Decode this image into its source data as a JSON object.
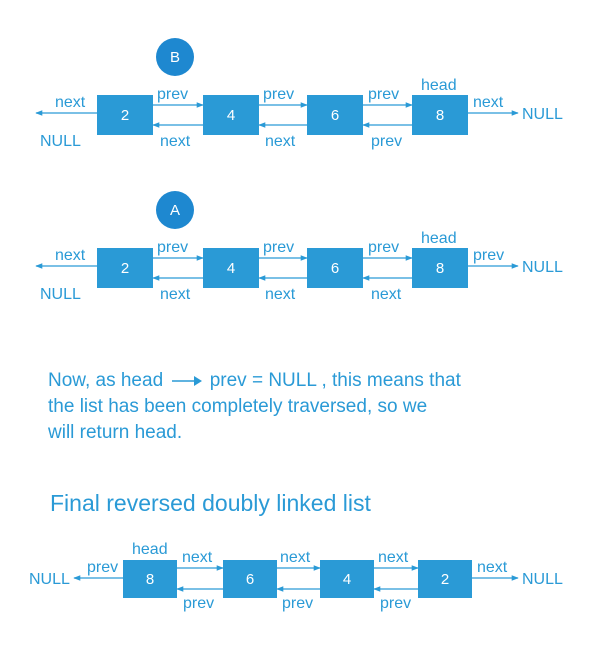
{
  "colors": {
    "accent": "#2a9ad6",
    "badge": "#1e88d0",
    "node_text": "#ffffff"
  },
  "labels": {
    "null": "NULL",
    "next": "next",
    "prev": "prev",
    "head": "head"
  },
  "diagram_b": {
    "badge": "B",
    "nodes": [
      "2",
      "4",
      "6",
      "8"
    ]
  },
  "diagram_a": {
    "badge": "A",
    "nodes": [
      "2",
      "4",
      "6",
      "8"
    ]
  },
  "paragraph": {
    "line1_a": "Now, as  head",
    "line1_b": "prev = NULL ,  this means that",
    "line2": "the list has been completely traversed, so we",
    "line3": "will return head."
  },
  "final": {
    "title": "Final reversed doubly linked list",
    "nodes": [
      "8",
      "6",
      "4",
      "2"
    ]
  }
}
